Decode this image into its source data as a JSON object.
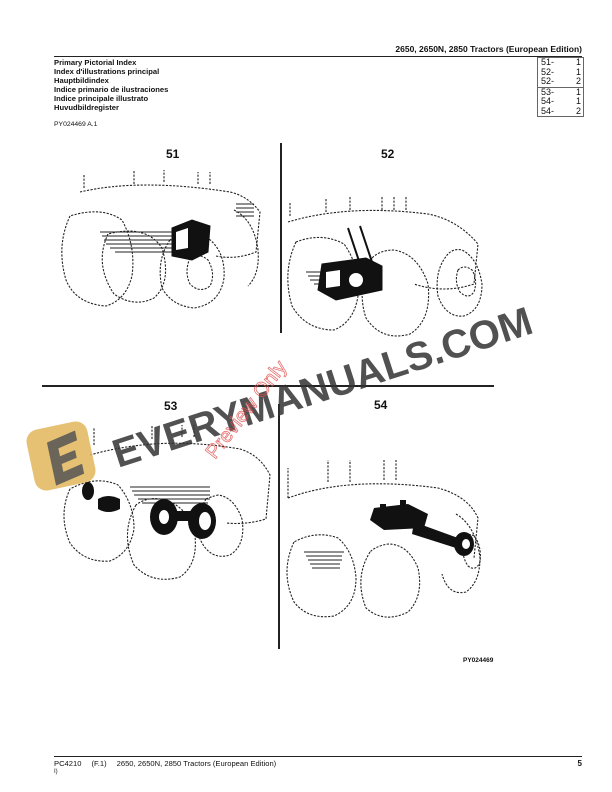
{
  "header": {
    "title": "2650, 2650N, 2850 Tractors (European Edition)"
  },
  "index_titles": [
    "Primary Pictorial Index",
    "Index d'illustrations principal",
    "Hauptbildindex",
    "Indice primario de ilustraciones",
    "Indice principale illustrato",
    "Huvudbildregister"
  ],
  "figure_id": "PY024469 A.1",
  "reference_table": {
    "groups": [
      [
        {
          "group": "51-",
          "page": "1"
        },
        {
          "group": "52-",
          "page": "1"
        },
        {
          "group": "52-",
          "page": "2"
        }
      ],
      [
        {
          "group": "53-",
          "page": "1"
        },
        {
          "group": "54-",
          "page": "1"
        },
        {
          "group": "54-",
          "page": "2"
        }
      ]
    ]
  },
  "quadrants": [
    {
      "label": "51",
      "highlight": "rear-housing"
    },
    {
      "label": "52",
      "highlight": "transmission-case"
    },
    {
      "label": "53",
      "highlight": "driveshaft-couplings"
    },
    {
      "label": "54",
      "highlight": "front-axle"
    }
  ],
  "figure_code": "PY024469",
  "watermark": {
    "brand": "EVERYMANUALS.COM",
    "overlay": "Preview Only",
    "logo_color": "#e2b65c",
    "text_color": "#333333",
    "overlay_color": "#e05050"
  },
  "footer": {
    "doc_id": "PC4210",
    "revision": "(F.1)",
    "title": "2650, 2650N, 2850 Tractors (European Edition)",
    "sub": "I)",
    "page": "5"
  }
}
